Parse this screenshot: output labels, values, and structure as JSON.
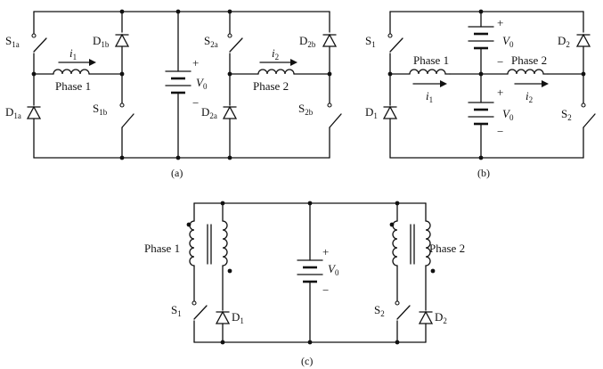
{
  "panels": {
    "a": {
      "caption": "(a)",
      "switches": [
        {
          "main": "S",
          "sub": "1a"
        },
        {
          "main": "S",
          "sub": "1b"
        },
        {
          "main": "S",
          "sub": "2a"
        },
        {
          "main": "S",
          "sub": "2b"
        }
      ],
      "diodes": [
        {
          "main": "D",
          "sub": "1a"
        },
        {
          "main": "D",
          "sub": "1b"
        },
        {
          "main": "D",
          "sub": "2a"
        },
        {
          "main": "D",
          "sub": "2b"
        }
      ],
      "windings": [
        "Phase 1",
        "Phase 2"
      ],
      "currents": [
        {
          "main": "i",
          "sub": "1"
        },
        {
          "main": "i",
          "sub": "2"
        }
      ],
      "source": {
        "main": "V",
        "sub": "0",
        "plus": "+",
        "minus": "−"
      }
    },
    "b": {
      "caption": "(b)",
      "switches": [
        {
          "main": "S",
          "sub": "1"
        },
        {
          "main": "S",
          "sub": "2"
        }
      ],
      "diodes": [
        {
          "main": "D",
          "sub": "1"
        },
        {
          "main": "D",
          "sub": "2"
        }
      ],
      "windings": [
        "Phase 1",
        "Phase 2"
      ],
      "currents": [
        {
          "main": "i",
          "sub": "1"
        },
        {
          "main": "i",
          "sub": "2"
        }
      ],
      "sources": [
        {
          "main": "V",
          "sub": "0",
          "plus": "+",
          "minus": "−"
        },
        {
          "main": "V",
          "sub": "0",
          "plus": "+",
          "minus": "−"
        }
      ]
    },
    "c": {
      "caption": "(c)",
      "switches": [
        {
          "main": "S",
          "sub": "1"
        },
        {
          "main": "S",
          "sub": "2"
        }
      ],
      "diodes": [
        {
          "main": "D",
          "sub": "1"
        },
        {
          "main": "D",
          "sub": "2"
        }
      ],
      "windings": [
        "Phase 1",
        "Phase 2"
      ],
      "source": {
        "main": "V",
        "sub": "0",
        "plus": "+",
        "minus": "−"
      }
    }
  }
}
